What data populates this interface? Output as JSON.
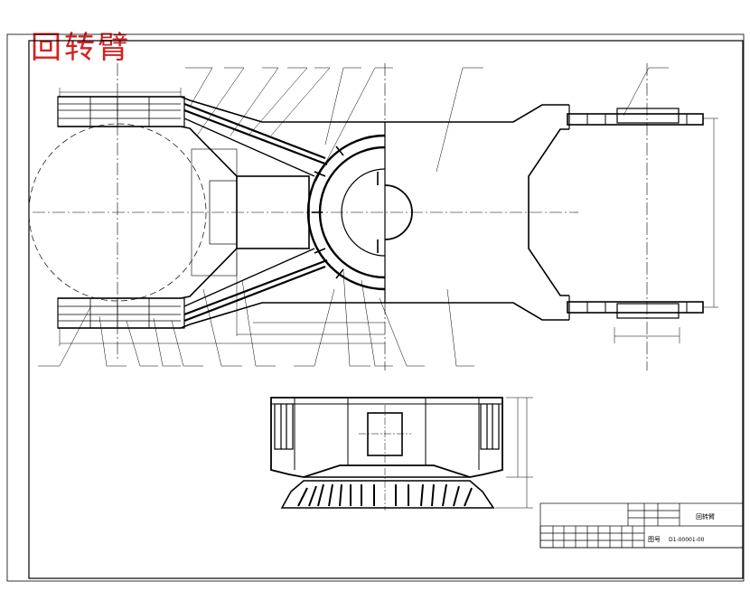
{
  "title": "回转臂",
  "colors": {
    "title": "#d42020",
    "ink": "#000000",
    "paper": "#ffffff"
  },
  "title_block": {
    "part_name": "回转臂",
    "drawing_no_label": "图号",
    "drawing_no": "D1-00001-00"
  }
}
